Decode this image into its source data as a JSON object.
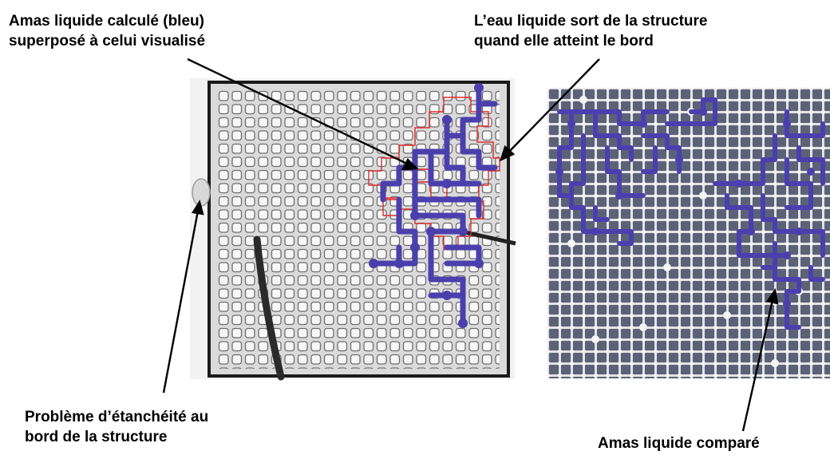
{
  "annotations": {
    "top_left": {
      "line1": "Amas liquide calculé (bleu)",
      "line2": "superposé à celui visualisé"
    },
    "top_right": {
      "line1": "L’eau liquide sort de la structure",
      "line2": "quand elle atteint le bord"
    },
    "bottom_left": {
      "line1": "Problème d’étanchéité au",
      "line2": "bord de la structure"
    },
    "bottom_right": {
      "line1": "Amas liquide comparé"
    }
  },
  "colors": {
    "liquid_cluster": "#4b3fae",
    "computed_outline": "#e02a2a",
    "photo_background": "#f2f2f2",
    "simulation_background": "#5b6278",
    "simulation_grid": "#e8e8e8"
  }
}
